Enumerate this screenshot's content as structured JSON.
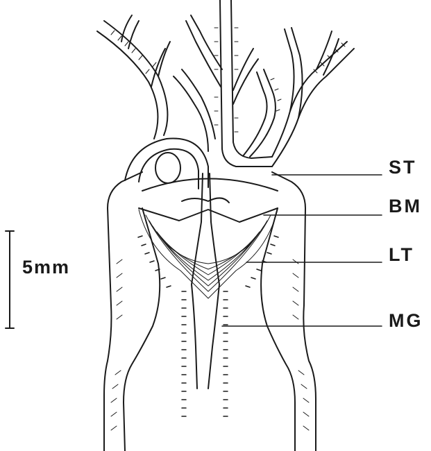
{
  "labels": {
    "st": "ST",
    "bm": "BM",
    "lt": "LT",
    "mg": "MG"
  },
  "scale_bar": {
    "text": "5mm"
  },
  "colors": {
    "ink": "#1a1a1a",
    "paper": "#ffffff"
  }
}
